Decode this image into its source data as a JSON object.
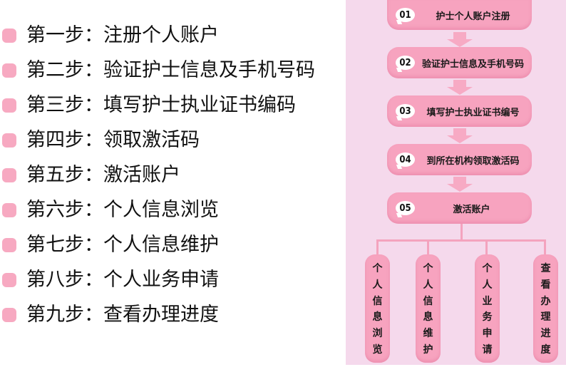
{
  "steps": [
    {
      "label": "第一步：注册个人账户"
    },
    {
      "label": "第二步：验证护士信息及手机号码"
    },
    {
      "label": "第三步：填写护士执业证书编码"
    },
    {
      "label": "第四步：领取激活码"
    },
    {
      "label": "第五步：激活账户"
    },
    {
      "label": "第六步：个人信息浏览"
    },
    {
      "label": "第七步：个人信息维护"
    },
    {
      "label": "第八步：个人业务申请"
    },
    {
      "label": "第九步：查看办理进度"
    }
  ],
  "flow": {
    "boxes": [
      {
        "num": "01",
        "label": "护士个人账户注册"
      },
      {
        "num": "02",
        "label": "验证护士信息及手机号码"
      },
      {
        "num": "03",
        "label": "填写护士执业证书编号"
      },
      {
        "num": "04",
        "label": "到所在机构领取激活码"
      },
      {
        "num": "05",
        "label": "激活账户"
      }
    ],
    "branches": [
      {
        "chars": [
          "个",
          "人",
          "信",
          "息",
          "浏",
          "览"
        ]
      },
      {
        "chars": [
          "个",
          "人",
          "信",
          "息",
          "维",
          "护"
        ]
      },
      {
        "chars": [
          "个",
          "人",
          "业",
          "务",
          "申",
          "请"
        ]
      },
      {
        "chars": [
          "查",
          "看",
          "办",
          "理",
          "进",
          "度"
        ]
      }
    ]
  },
  "colors": {
    "bullet": "#f7a9c1",
    "panel_bg": "#f5d9ec",
    "box": "#f7a3bf"
  }
}
